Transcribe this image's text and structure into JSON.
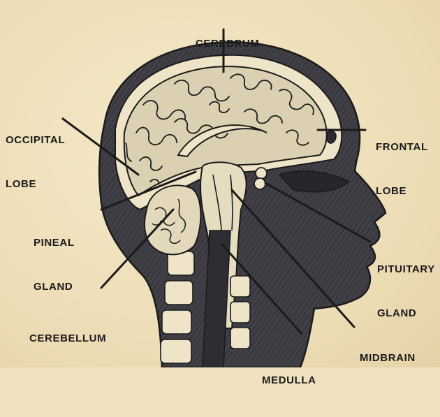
{
  "labels": {
    "cerebrum": "CEREBRUM",
    "occipital": [
      "OCCIPITAL",
      "LOBE"
    ],
    "frontal": [
      "FRONTAL",
      "LOBE"
    ],
    "pineal": [
      "PINEAL",
      "GLAND"
    ],
    "pituitary": [
      "PITUITARY",
      "GLAND"
    ],
    "cerebellum": "CEREBELLUM",
    "midbrain": "MIDBRAIN",
    "medulla": "MEDULLA"
  },
  "colors": {
    "paper": "#efe1bd",
    "ink": "#1c1b1b",
    "fill": "#2f2f35",
    "brain": "#d8ccb0"
  }
}
